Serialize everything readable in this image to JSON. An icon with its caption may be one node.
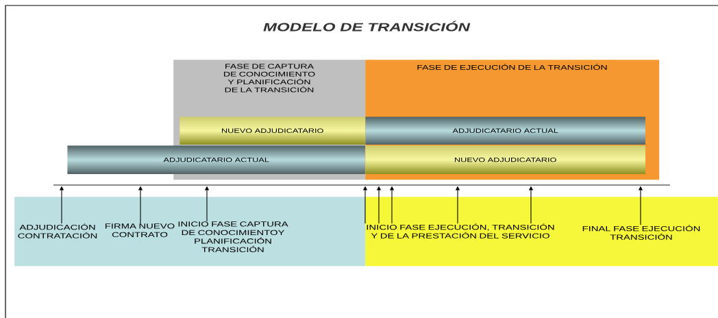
{
  "diagram": {
    "title": "MODELO DE TRANSICIÓN",
    "nodes": [
      {
        "text": [
          "FASE DE CAPTURA DE CONOCIMIENTO Y PLANIFICACIÓN DE LA TRANSICIÓN"
        ]
      },
      {
        "text": [
          "FASE DE EJECUCIÓN DE LA TRANSICIÓN"
        ]
      },
      {
        "text": [
          "NUEVO ADJUDICATARIO"
        ],
        "in": 0
      },
      {
        "text": [
          "ADJUDICATARIO ACTUAL"
        ],
        "in": 1
      },
      {
        "text": [
          "ADJUDICATARIO ACTUAL"
        ]
      },
      {
        "text": [
          "NUEVO ADJUDICATARIO"
        ],
        "in": 1
      },
      {
        "text": [],
        "shape": "box"
      },
      {
        "text": [],
        "shape": "box"
      },
      {
        "text": [
          "ADJUDICACIÓN CONTRATACIÓN"
        ],
        "in": 6
      },
      {
        "text": [
          "FIRMA NUEVO CONTRATO"
        ],
        "in": 6
      },
      {
        "text": [
          "INICIO FASE CAPTURA DE CONOCIMIENTOY PLANIFICACIÓN TRANSICIÓN"
        ],
        "in": 6
      },
      {
        "text": [
          "INICIO FASE EJECUCIÓN, TRANSICIÓN Y DE LA  PRESTACIÓN DEL SERVICIO"
        ],
        "in": 7
      },
      {
        "text": [
          "FINAL FASE EJECUCIÓN TRANSICIÓN"
        ],
        "in": 7
      }
    ],
    "edges": [
      {
        "from": 8,
        "to": null,
        "arrow": "to"
      },
      {
        "from": 9,
        "to": null,
        "arrow": "to"
      },
      {
        "from": 10,
        "to": null,
        "arrow": "to"
      },
      {
        "from": 11,
        "to": null,
        "arrow": "to"
      },
      {
        "from": 11,
        "to": null,
        "arrow": "to"
      },
      {
        "from": 11,
        "to": null,
        "arrow": "to"
      },
      {
        "from": 11,
        "to": null,
        "arrow": "to"
      },
      {
        "from": 11,
        "to": null,
        "arrow": "to"
      },
      {
        "from": 12,
        "to": null,
        "arrow": "to"
      }
    ]
  }
}
